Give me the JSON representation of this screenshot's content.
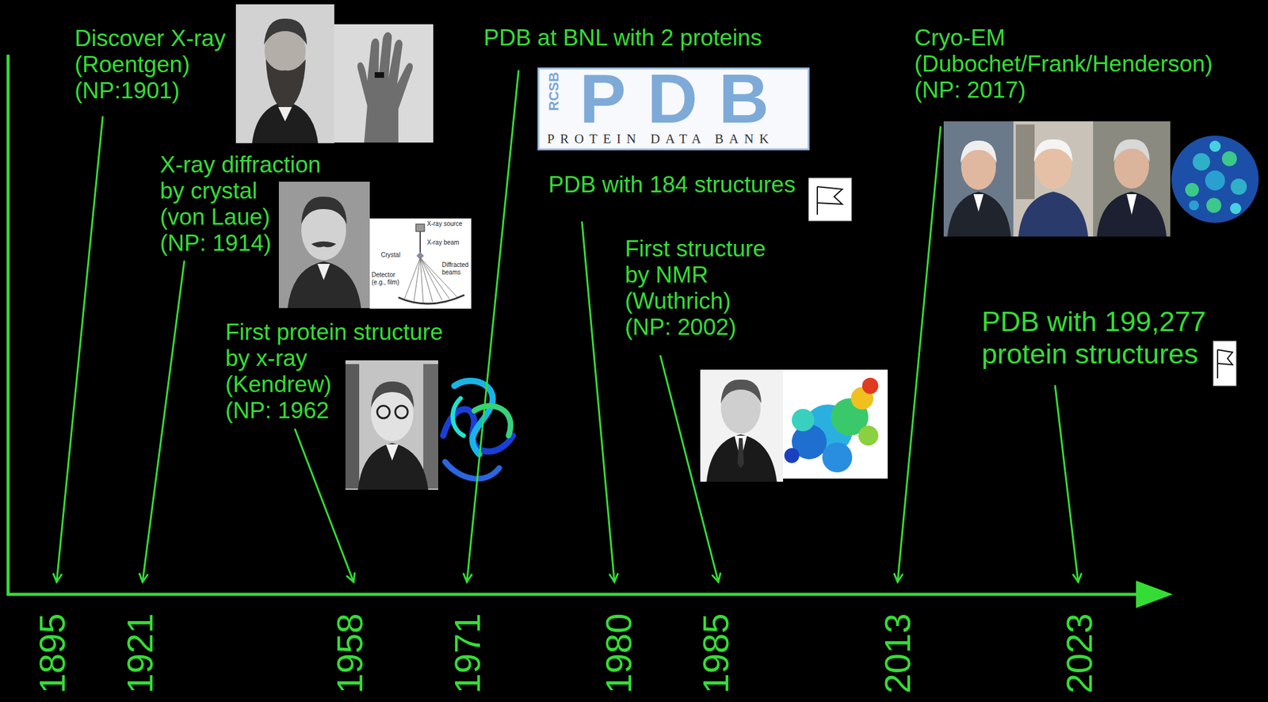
{
  "diagram": {
    "labels": [
      "Discover X-ray (Roentgen) (NP:1901)",
      "PDB at BNL with 2 proteins",
      "RCSB",
      "PDB",
      "PROTEIN DATA BANK",
      "Cryo-EM (Dubochet/Frank/Henderson) (NP: 2017)",
      "X-ray diffraction by crystal (von Laue) (NP: 1914)",
      "PDB with 184 structures",
      "X-ray source",
      "X-ray beam",
      "Crystal",
      "Detector (e.g., film)",
      "Diffracted beams",
      "First structure by NMR (Wuthrich) (NP: 2002)",
      "First protein structure by x-ray (Kendrew) (NP: 1962",
      "PDB with 199,277 protein structures",
      "1895",
      "1921",
      "1958",
      "1971",
      "1980",
      "1985",
      "2013",
      "2023"
    ]
  }
}
